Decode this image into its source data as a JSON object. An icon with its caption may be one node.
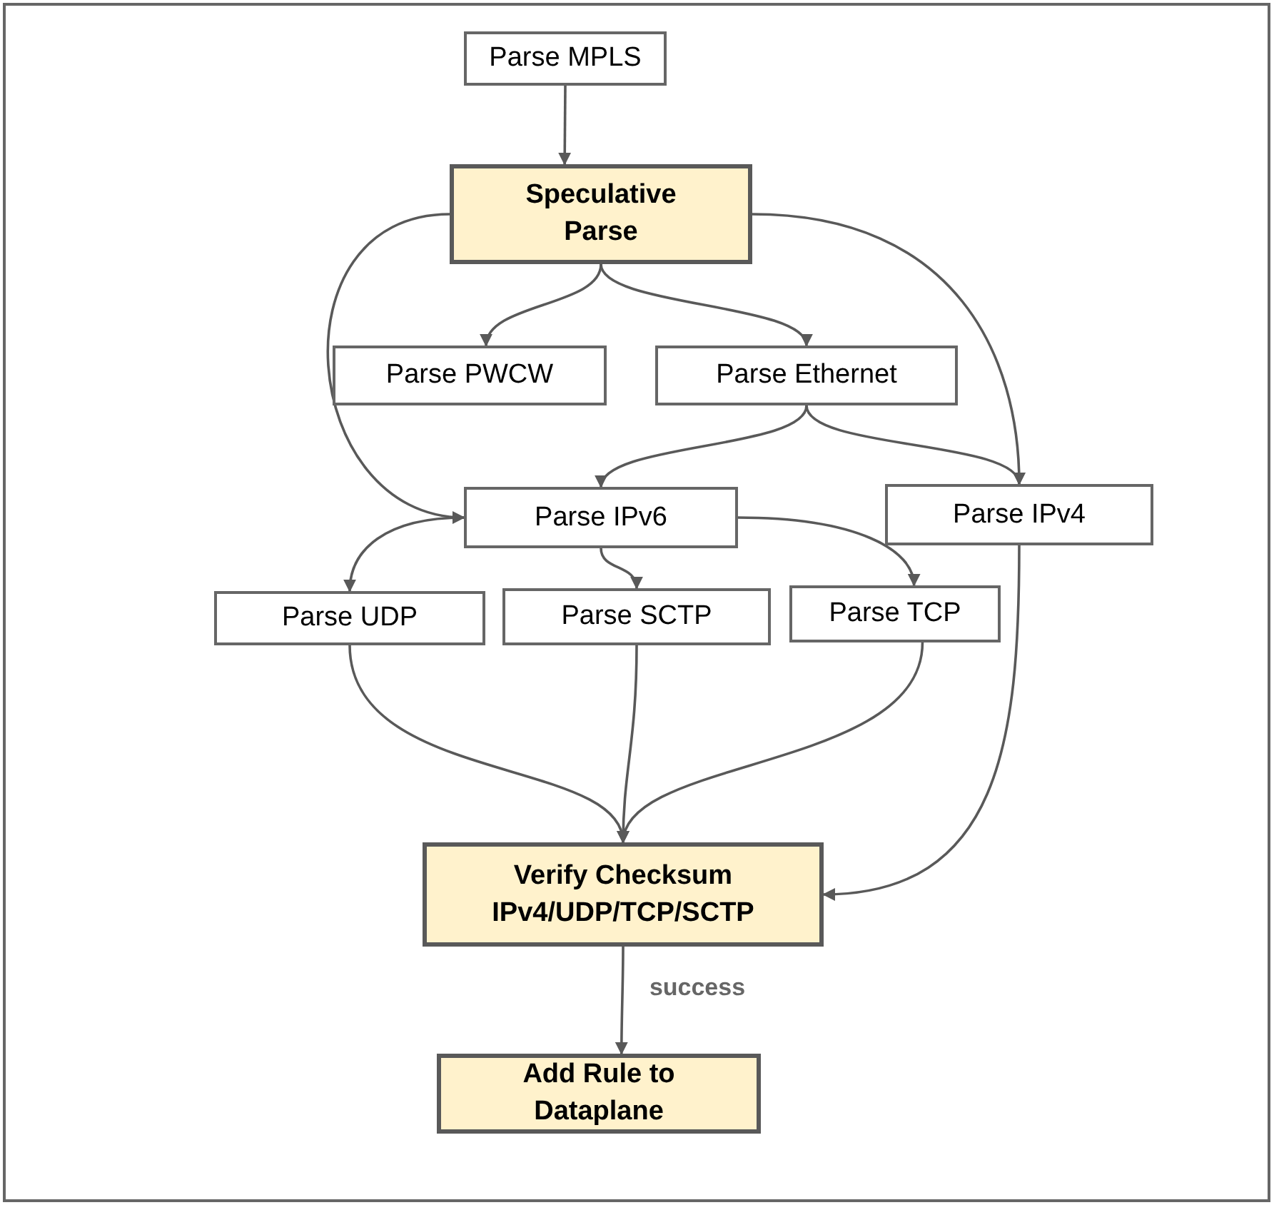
{
  "diagram": {
    "nodes": [
      {
        "text": [
          "Parse MPLS"
        ]
      },
      {
        "text": [
          "Speculative Parse"
        ]
      },
      {
        "text": [
          "Parse PWCW"
        ]
      },
      {
        "text": [
          "Parse Ethernet"
        ]
      },
      {
        "text": [
          "Parse IPv6"
        ]
      },
      {
        "text": [
          "Parse IPv4"
        ]
      },
      {
        "text": [
          "Parse UDP"
        ]
      },
      {
        "text": [
          "Parse SCTP"
        ]
      },
      {
        "text": [
          "Parse TCP"
        ]
      },
      {
        "text": [
          "Verify Checksum IPv4/UDP/TCP/SCTP"
        ]
      },
      {
        "text": [
          "Add Rule to Dataplane"
        ]
      }
    ],
    "edges": [
      {
        "from": 0,
        "to": 1,
        "arrow": "to"
      },
      {
        "from": 1,
        "to": 2,
        "arrow": "to"
      },
      {
        "from": 1,
        "to": 3,
        "arrow": "to"
      },
      {
        "from": 1,
        "to": 4,
        "arrow": "to"
      },
      {
        "from": 1,
        "to": 5,
        "arrow": "to"
      },
      {
        "from": 3,
        "to": 4,
        "arrow": "to"
      },
      {
        "from": 3,
        "to": 5,
        "arrow": "to"
      },
      {
        "from": 4,
        "to": 6,
        "arrow": "to"
      },
      {
        "from": 4,
        "to": 7,
        "arrow": "to"
      },
      {
        "from": 4,
        "to": 8,
        "arrow": "to"
      },
      {
        "from": 6,
        "to": 9,
        "arrow": "to"
      },
      {
        "from": 7,
        "to": 9,
        "arrow": "to"
      },
      {
        "from": 8,
        "to": 9,
        "arrow": "to"
      },
      {
        "from": 5,
        "to": 9,
        "arrow": "to"
      },
      {
        "from": 9,
        "to": 10,
        "arrow": "to",
        "label": "success"
      }
    ]
  }
}
